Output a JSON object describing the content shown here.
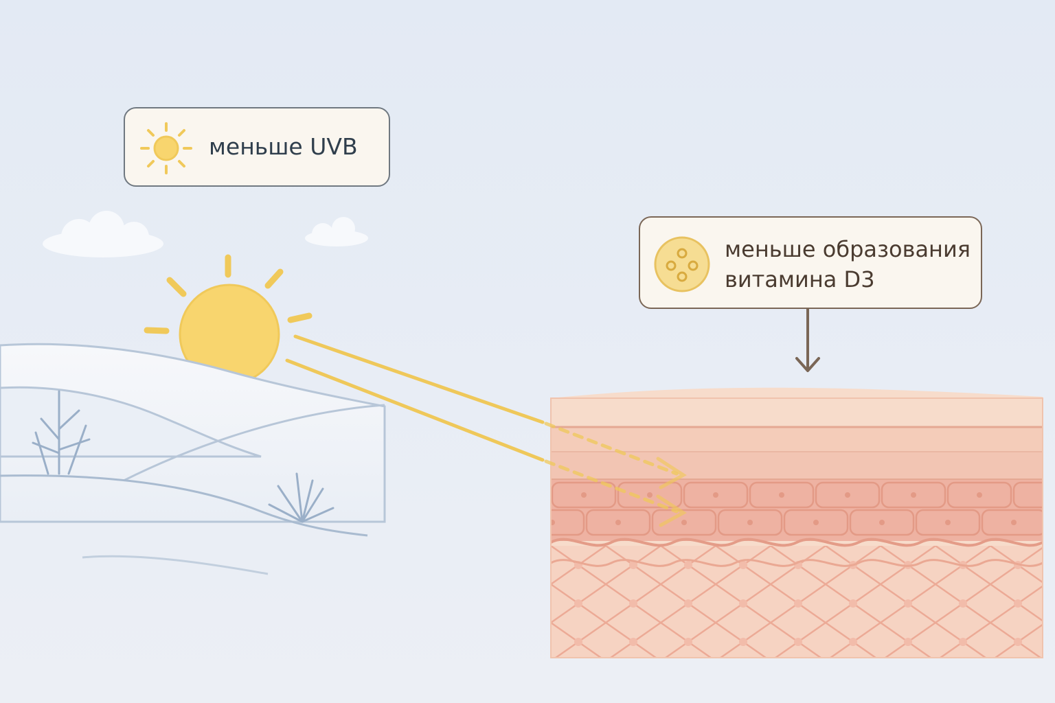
{
  "labels": {
    "uvb": "меньше UVB",
    "d3_line1": "меньше образования",
    "d3_line2": "витамина D3"
  },
  "icons": {
    "uvb_icon": "sun-icon",
    "d3_icon": "vitamin-d3-molecule-icon",
    "arrow": "arrow-down-icon"
  },
  "colors": {
    "sun": "#f8d56e",
    "sun_ray": "#f0c95a",
    "uvb_beam": "#efc85a",
    "skin_top": "#f6d9c6",
    "skin_mid": "#efb9a8",
    "callout_border_uvb": "#6f7880",
    "callout_border_d3": "#7a6656"
  }
}
